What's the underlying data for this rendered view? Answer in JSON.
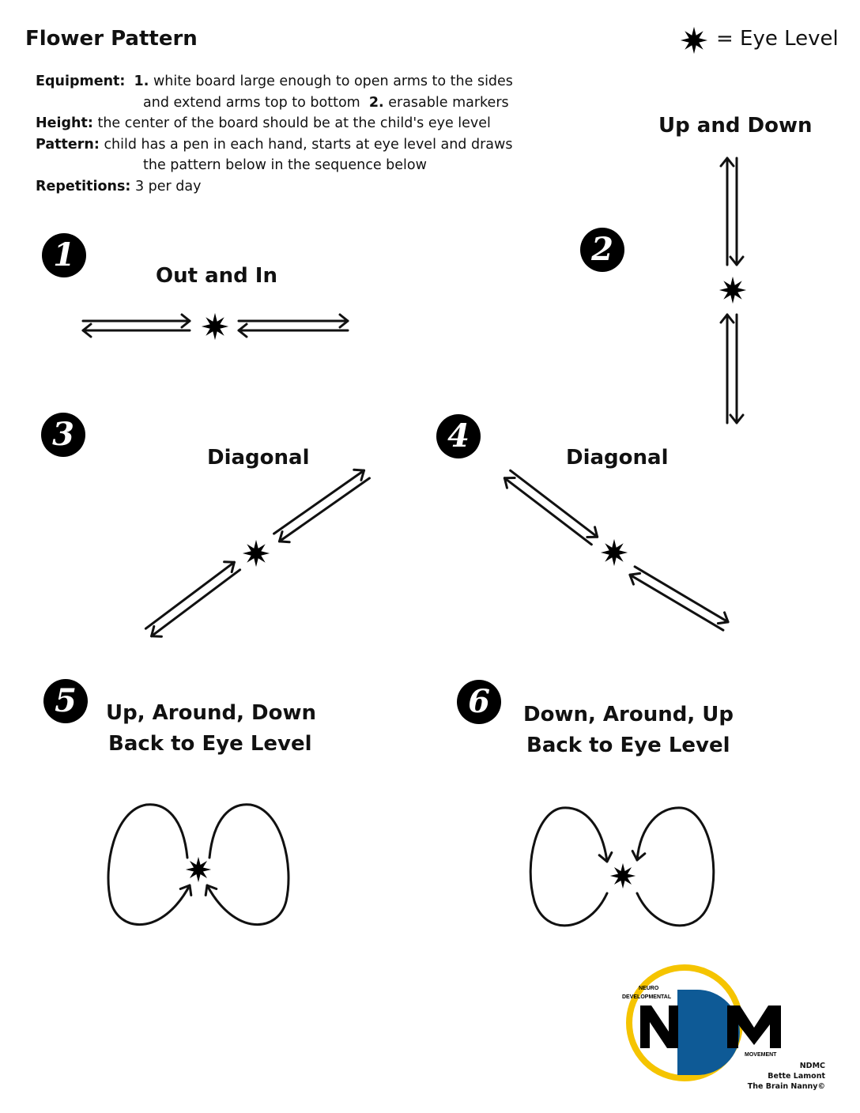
{
  "title": "Flower Pattern",
  "legend": {
    "icon": "eye-level-star-icon",
    "label": "= Eye Level"
  },
  "info": {
    "equipment_label": "Equipment:",
    "item1_num": "1.",
    "item1_text": "white board large enough to open arms to the sides",
    "item1_cont": "and extend arms top to bottom",
    "item2_num": "2.",
    "item2_text": "erasable markers",
    "height_label": "Height:",
    "height_text": "the center of the board should be at the child's eye level",
    "pattern_label": "Pattern:",
    "pattern_text": "child has a pen in each hand, starts at eye level and draws",
    "pattern_cont": "the pattern below in the sequence below",
    "reps_label": "Repetitions:",
    "reps_text": "3 per day"
  },
  "steps": [
    {
      "num": "1",
      "title": "Out and In"
    },
    {
      "num": "2",
      "title": "Up and Down"
    },
    {
      "num": "3",
      "title": "Diagonal"
    },
    {
      "num": "4",
      "title": "Diagonal"
    },
    {
      "num": "5",
      "title": "Up, Around, Down",
      "title2": "Back to Eye Level"
    },
    {
      "num": "6",
      "title": "Down, Around, Up",
      "title2": "Back to Eye Level"
    }
  ],
  "logo": {
    "text": "NDM",
    "top_small": "NEURO",
    "mid_small": "DEVELOPMENTAL",
    "bottom_small": "MOVEMENT",
    "colors": {
      "ring": "#f5c400",
      "d": "#0e5a96"
    }
  },
  "credits": [
    "NDMC",
    "Bette Lamont",
    "The Brain Nanny©"
  ]
}
